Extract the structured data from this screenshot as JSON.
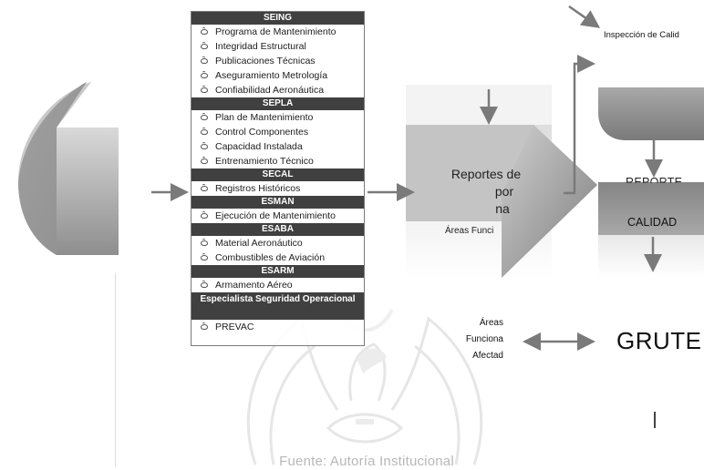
{
  "panel": {
    "sections": [
      {
        "header": "SEING",
        "items": [
          "Programa de Mantenimiento",
          "Integridad Estructural",
          "Publicaciones Técnicas",
          "Aseguramiento Metrología",
          "Confiabilidad Aeronáutica"
        ]
      },
      {
        "header": "SEPLA",
        "items": [
          "Plan de Mantenimiento",
          "Control Componentes",
          "Capacidad Instalada",
          "Entrenamiento Técnico"
        ]
      },
      {
        "header": "SECAL",
        "items": [
          "Registros Históricos"
        ]
      },
      {
        "header": "ESMAN",
        "items": [
          "Ejecución de Mantenimiento"
        ]
      },
      {
        "header": "ESABA",
        "items": [
          "Material Aeronáutico",
          "Combustibles de Aviación"
        ]
      },
      {
        "header": "ESARM",
        "items": [
          "Armamento Aéreo"
        ]
      },
      {
        "header": "Especialista Seguridad Operacional",
        "items": [
          "PREVAC"
        ]
      }
    ]
  },
  "labels": {
    "inspeccion": "Inspección de Calid",
    "reports_line1": "Reportes de",
    "reports_line2": "por",
    "reports_line3": "na",
    "reports_area": "Áreas Funci",
    "reporte": "REPORTE",
    "calidad": "CALIDAD",
    "areas_line1": "Áreas",
    "areas_line2": "Funciona",
    "areas_line3": "Afectad",
    "grute": "GRUTE",
    "source": "Fuente: Autoría Institucional"
  },
  "colors": {
    "header_bg": "#404040",
    "header_text": "#ffffff",
    "arrow": "#7a7a7a",
    "grey_light": "#dadada",
    "grey_dark": "#8c8c8c"
  }
}
